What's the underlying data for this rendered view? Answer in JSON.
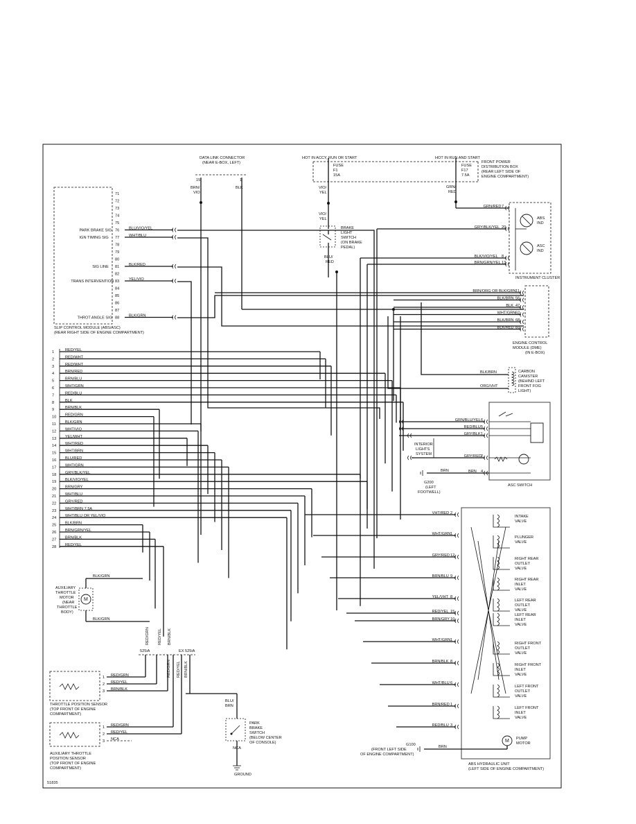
{
  "data_link_connector": {
    "title": [
      "DATA LINK CONNECTOR",
      "(NEAR E-BOX, LEFT)"
    ],
    "pin15": "15",
    "pin15_wire": [
      "BRN/",
      "VIO"
    ],
    "pin1": "1",
    "pin1_wire": "BLK"
  },
  "power": {
    "hot_accy": "HOT IN ACCY, RUN OR START",
    "hot_run": "HOT IN RUN AND START",
    "fuse1": [
      "FUSE",
      "F1",
      "15A"
    ],
    "fuse2": [
      "FUSE",
      "F17",
      "7.5A"
    ],
    "front_box": [
      "FRONT POWER",
      "DISTRIBUTION BOX",
      "(REAR LEFT SIDE OF",
      "ENGINE COMPARTMENT)"
    ],
    "wire_vio_yel_1": [
      "VIO/",
      "YEL"
    ],
    "wire_vio_yel_2": [
      "VIO/",
      "YEL"
    ],
    "wire_grn_red": [
      "GRN/",
      "RED"
    ],
    "wire_blu_red": [
      "BLU/",
      "RED"
    ]
  },
  "brake_light_switch": [
    "BRAKE",
    "LIGHT",
    "SWITCH",
    "(ON BRAKE",
    "PEDAL)"
  ],
  "slip_module": {
    "pins": [
      {
        "n": "71",
        "sig": "",
        "wire": ""
      },
      {
        "n": "72",
        "sig": "",
        "wire": ""
      },
      {
        "n": "73",
        "sig": "",
        "wire": ""
      },
      {
        "n": "74",
        "sig": "",
        "wire": ""
      },
      {
        "n": "75",
        "sig": "",
        "wire": ""
      },
      {
        "n": "76",
        "sig": "PARK BRAKE SIG",
        "wire": "BLU/VIO/YEL"
      },
      {
        "n": "77",
        "sig": "IGN TIMING SIG",
        "wire": "WHT/BLU"
      },
      {
        "n": "78",
        "sig": "",
        "wire": ""
      },
      {
        "n": "79",
        "sig": "",
        "wire": ""
      },
      {
        "n": "80",
        "sig": "",
        "wire": ""
      },
      {
        "n": "81",
        "sig": "SIG LINE",
        "wire": "BLK/RED"
      },
      {
        "n": "82",
        "sig": "",
        "wire": ""
      },
      {
        "n": "83",
        "sig": "TRANS INTERVENTION",
        "wire": "YEL/VIO"
      },
      {
        "n": "84",
        "sig": "",
        "wire": ""
      },
      {
        "n": "85",
        "sig": "",
        "wire": ""
      },
      {
        "n": "86",
        "sig": "",
        "wire": ""
      },
      {
        "n": "87",
        "sig": "",
        "wire": ""
      },
      {
        "n": "88",
        "sig": "THROT ANGLE SIG",
        "wire": "BLK/GRN"
      }
    ],
    "caption": [
      "SLIP CONTROL MODULE (ABS/ASC)",
      "(REAR RIGHT SIDE OF ENGINE COMPARTMENT)"
    ]
  },
  "instrument_cluster": {
    "caption": "INSTRUMENT CLUSTER",
    "abs_ind": [
      "ABS",
      "IND"
    ],
    "asc_ind": [
      "ASC",
      "IND"
    ],
    "pins": [
      {
        "wire": "GRN/RED",
        "n": "7"
      },
      {
        "wire": "GRY/BLK/YEL",
        "n": "20"
      },
      {
        "wire": "BLK/VIO/YEL",
        "n": "8"
      },
      {
        "wire": "BRN/GRN/YEL",
        "n": "13"
      }
    ]
  },
  "ecm": {
    "caption": [
      "ENGINE CONTROL",
      "MODULE (DME)",
      "(IN E-BOX)"
    ],
    "pins": [
      {
        "wire": "BRN/ORG OR BLK/GRN",
        "n": "11"
      },
      {
        "wire": "BLK/BRN",
        "n": "56"
      },
      {
        "wire": "BLK",
        "n": "47"
      },
      {
        "wire": "WHT/GRN",
        "n": "62"
      },
      {
        "wire": "BLK/BRN",
        "n": "68"
      },
      {
        "wire": "BLK/RED",
        "n": "83"
      }
    ]
  },
  "carbon_canister": {
    "caption": [
      "CARBON",
      "CANISTER",
      "(BEHIND LEFT",
      "FRONT FOG",
      "LIGHT)"
    ],
    "wires": [
      "BLK/BRN",
      "ORG/VHT"
    ]
  },
  "asc_switch": {
    "caption": "ASC SWITCH",
    "pins": [
      {
        "wire": "GRN/BLU/YEL",
        "n": "6"
      },
      {
        "wire": "RED/BLU",
        "n": "5"
      },
      {
        "wire": "GRY/BLK",
        "n": "1"
      },
      {
        "wire": "GRY/RED",
        "n": "2"
      },
      {
        "wire": "BRN",
        "n": "4"
      }
    ],
    "interior": [
      "INTERIOR",
      "LIGHTS",
      "SYSTEM"
    ],
    "g200": [
      "G200",
      "(LEFT",
      "FOOTWELL)"
    ],
    "brn_left": "BRN"
  },
  "harness": [
    {
      "n": "1",
      "wire": "RED/YEL"
    },
    {
      "n": "2",
      "wire": "RED/WHT"
    },
    {
      "n": "3",
      "wire": "RED/WHT"
    },
    {
      "n": "4",
      "wire": "BRN/RED"
    },
    {
      "n": "5",
      "wire": "BRN/BLU"
    },
    {
      "n": "6",
      "wire": "WHT/GRN"
    },
    {
      "n": "7",
      "wire": "RED/BLU"
    },
    {
      "n": "8",
      "wire": "BLK"
    },
    {
      "n": "9",
      "wire": "BRN/BLK"
    },
    {
      "n": "10",
      "wire": "RED/GRN"
    },
    {
      "n": "11",
      "wire": "BLK/GRN"
    },
    {
      "n": "12",
      "wire": "WHT/VIO"
    },
    {
      "n": "13",
      "wire": "YEL/WHT"
    },
    {
      "n": "14",
      "wire": "WHT/RED"
    },
    {
      "n": "15",
      "wire": "WHT/BRN"
    },
    {
      "n": "16",
      "wire": "BLU/RED"
    },
    {
      "n": "17",
      "wire": "WHT/GRN"
    },
    {
      "n": "18",
      "wire": "GRY/BLK/YEL"
    },
    {
      "n": "19",
      "wire": "BLK/VIO/YEL"
    },
    {
      "n": "20",
      "wire": "BRN/GRY"
    },
    {
      "n": "21",
      "wire": "WHT/BLU"
    },
    {
      "n": "22",
      "wire": "GRY/RED"
    },
    {
      "n": "23",
      "wire": "WHT/BRN 7.5A"
    },
    {
      "n": "24",
      "wire": "WHT/BLU OR YEL/VIO"
    },
    {
      "n": "25",
      "wire": "BLK/BRN"
    },
    {
      "n": "26",
      "wire": "BRN/GRN/YEL"
    },
    {
      "n": "27",
      "wire": "BRN/BLK"
    },
    {
      "n": "28",
      "wire": "RED/YEL"
    }
  ],
  "hydraulic_unit": {
    "caption": [
      "ABS HYDRAULIC UNIT",
      "(LEFT SIDE OF ENGINE COMPARTMENT)"
    ],
    "pins": [
      {
        "wire": "VHT/RED",
        "n": "2",
        "valve": [
          "INTAKE",
          "VALVE"
        ]
      },
      {
        "wire": "WHT/GRN",
        "n": "1",
        "valve": [
          "PLUNGER",
          "VALVE"
        ]
      },
      {
        "wire": "GRY/RED",
        "n": "12",
        "valve": [
          "RIGHT REAR",
          "OUTLET",
          "VALVE"
        ]
      },
      {
        "wire": "BRN/BLU",
        "n": "9",
        "valve": [
          "RIGHT REAR",
          "INLET",
          "VALVE"
        ]
      },
      {
        "wire": "YEL/VHT",
        "n": "8",
        "valve": [
          "LEFT REAR",
          "OUTLET",
          "VALVE"
        ]
      },
      {
        "wire": "RED/YEL",
        "n": "15",
        "valve": [
          "LEFT REAR",
          "INLET",
          "VALVE"
        ]
      },
      {
        "wire": "BRN/GRY",
        "n": "10",
        "valve": []
      },
      {
        "wire": "WHT/GRN",
        "n": "1",
        "valve": [
          "RIGHT FRONT",
          "OUTLET",
          "VALVE"
        ]
      },
      {
        "wire": "BRN/BLK",
        "n": "8",
        "valve": [
          "RIGHT FRONT",
          "INLET",
          "VALVE"
        ]
      },
      {
        "wire": "WHT/BLU",
        "n": "6",
        "valve": [
          "LEFT FRONT",
          "OUTLET",
          "VALVE"
        ]
      },
      {
        "wire": "BRN/RED",
        "n": "1",
        "valve": [
          "LEFT FRONT",
          "INLET",
          "VALVE"
        ]
      },
      {
        "wire": "RED/BLU",
        "n": "3",
        "valve": []
      }
    ],
    "pump": [
      "PUMP",
      "MOTOR"
    ],
    "g100": [
      "G100",
      "(FRONT LEFT SIDE",
      "OF ENGINE COMPARTMENT)"
    ],
    "g100_wire": "BRN"
  },
  "aux_motor": {
    "caption": [
      "AUXILIARY",
      "THROTTLE",
      "MOTOR",
      "(NEAR",
      "THROTTLE",
      "BODY)"
    ],
    "top_wire": "BLK/GRN",
    "bottom_wire": "BLK/GRN"
  },
  "vertical_wires": [
    "RED/GRN",
    "RED/YEL",
    "BRN/BLK",
    "RED/GRN",
    "RED/YEL",
    "BRN/BLK"
  ],
  "variants": {
    "left": "525iA",
    "right": "EX 525iA"
  },
  "tps": {
    "caption": [
      "THROTTLE POSITION SENSOR",
      "(TOP FRONT OF ENGINE",
      "COMPARTMENT)"
    ],
    "pins": [
      {
        "n": "1",
        "wire": "RED/GRN"
      },
      {
        "n": "2",
        "wire": "RED/YEL"
      },
      {
        "n": "3",
        "wire": "BRN/BLK"
      }
    ]
  },
  "atps": {
    "caption": [
      "AUXILIARY THROTTLE",
      "POSITION SENSOR",
      "(TOP FRONT OF ENGINE",
      "COMPARTMENT)"
    ],
    "pins": [
      {
        "n": "1",
        "wire": "RED/GRN"
      },
      {
        "n": "2",
        "wire": "RED/YEL"
      },
      {
        "n": "3",
        "wire": "NCA"
      }
    ]
  },
  "park_brake": {
    "caption": [
      "PARK",
      "BRAKE",
      "SWITCH",
      "(BELOW CENTER",
      "OF CONSOLE)"
    ],
    "wire_top": [
      "BLU/",
      "BRN"
    ],
    "wire_bottom": "NCA",
    "ground": "GROUND"
  },
  "figure_id": "51835"
}
